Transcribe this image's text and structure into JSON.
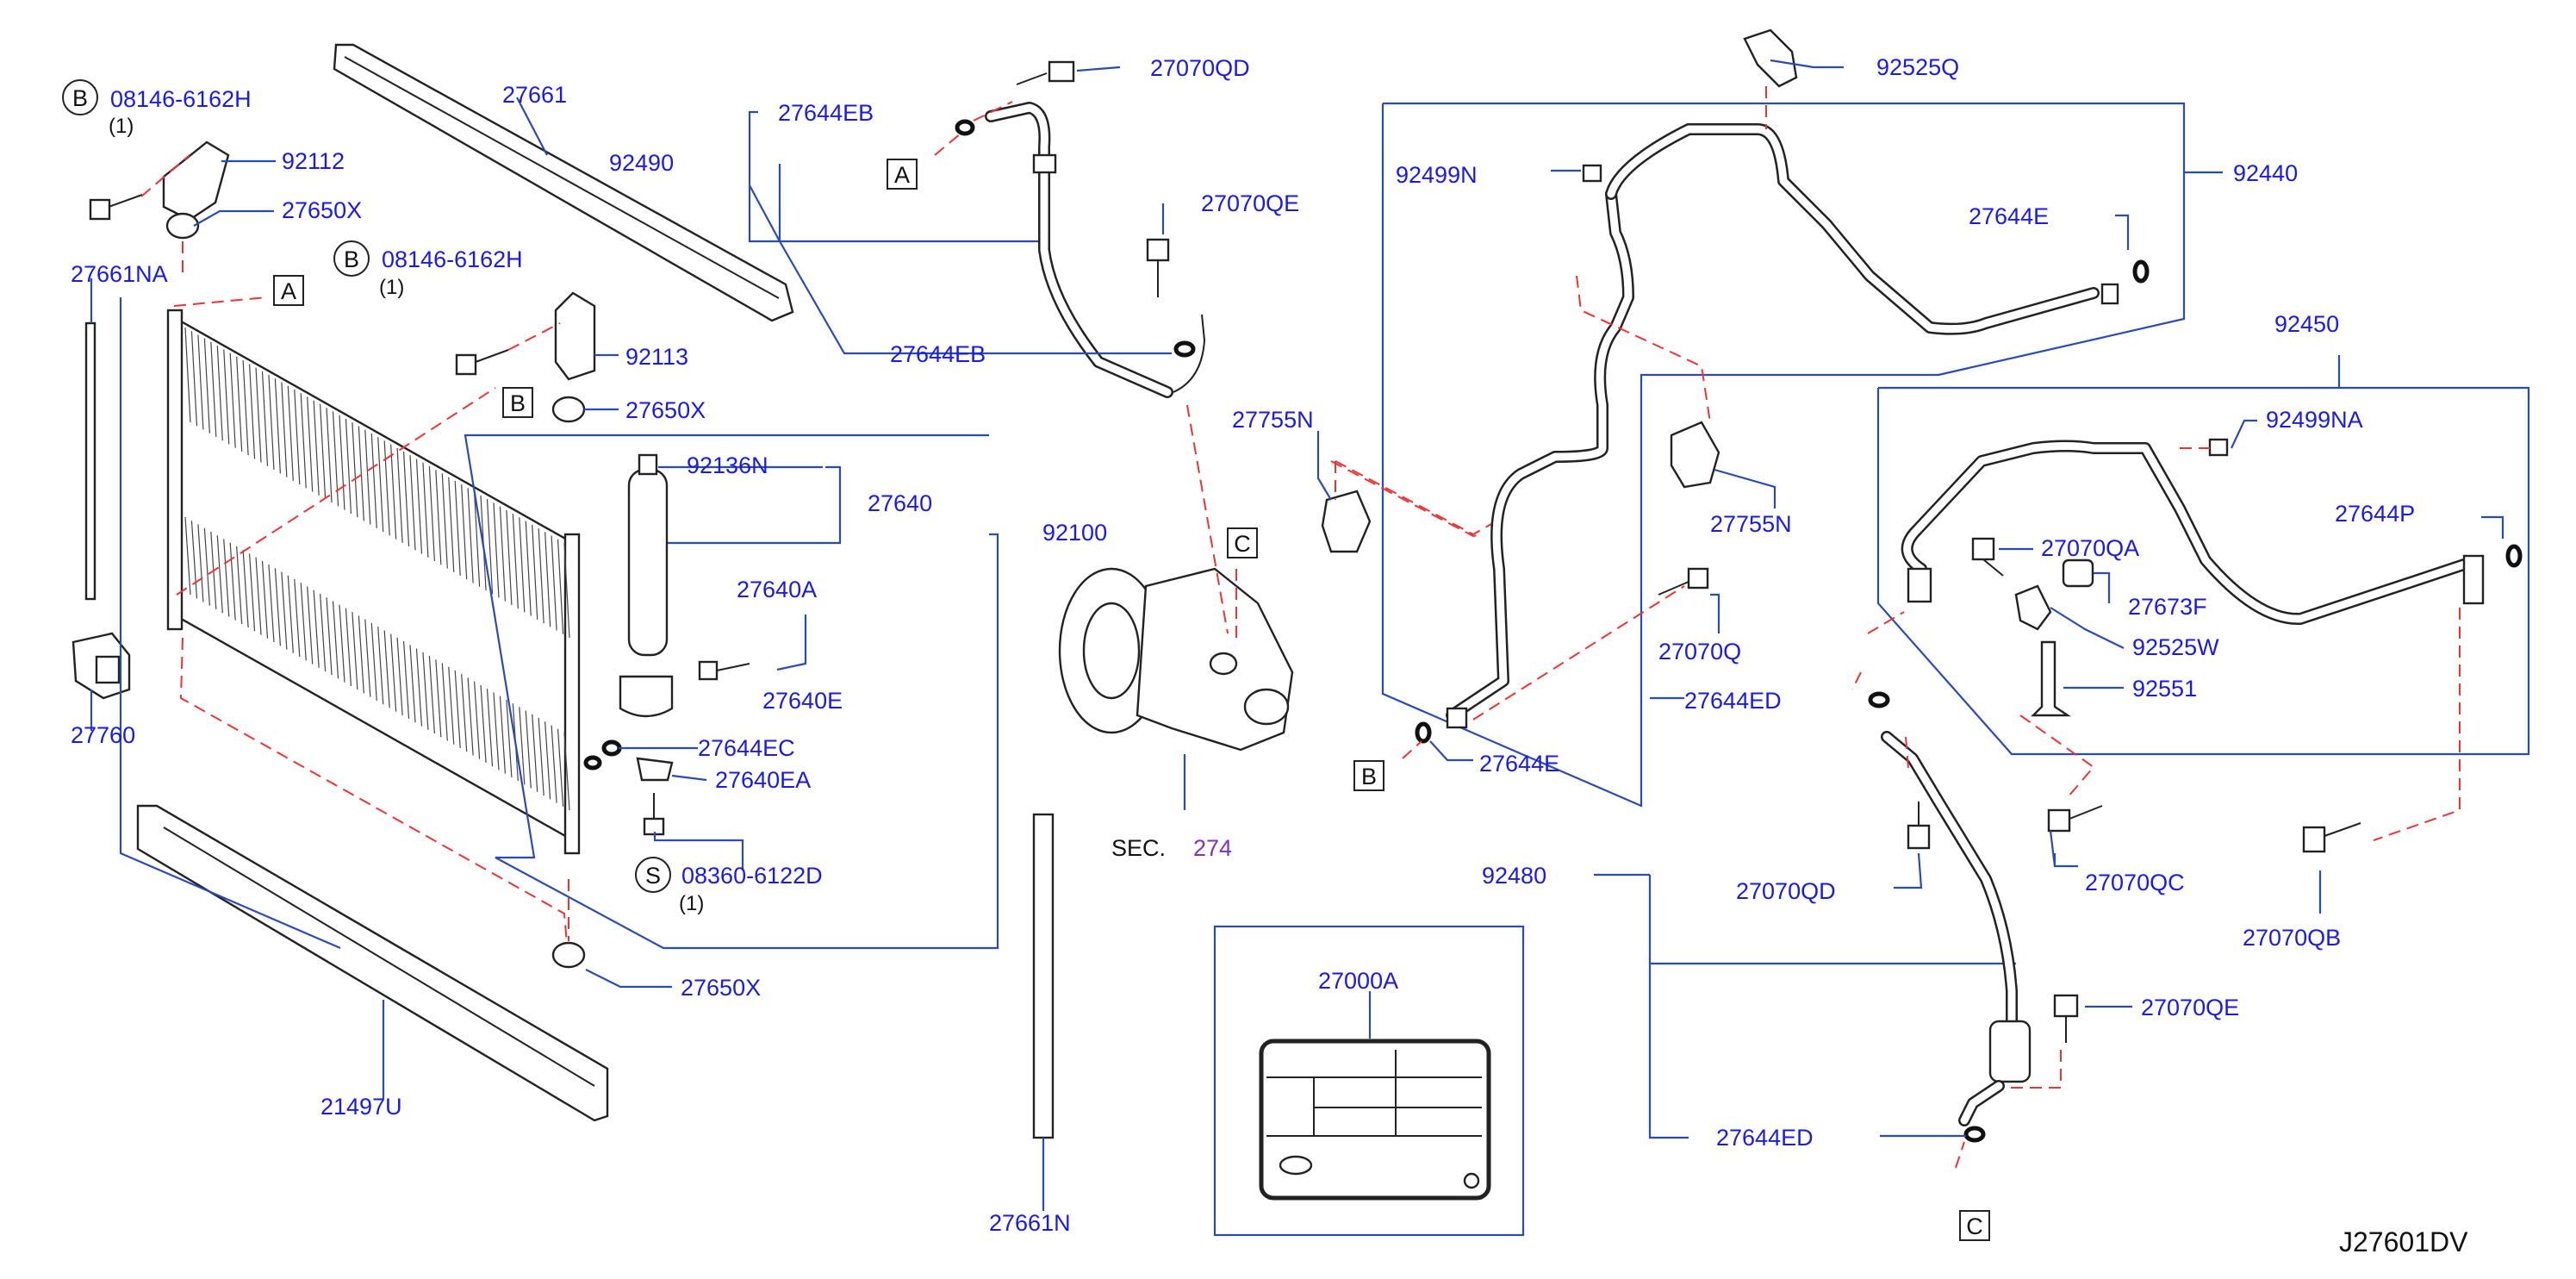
{
  "diagram": {
    "code": "J27601DV",
    "labels": {
      "l_08146_6162h_a": "08146-6162H",
      "l_qty_a": "(1)",
      "l_92112": "92112",
      "l_27650x_a": "27650X",
      "l_27661na": "27661NA",
      "l_27661": "27661",
      "l_92490": "92490",
      "l_08146_6162h_b": "08146-6162H",
      "l_qty_b": "(1)",
      "l_92113": "92113",
      "l_27650x_b": "27650X",
      "l_92136n": "92136N",
      "l_27640": "27640",
      "l_92100": "92100",
      "l_27640a": "27640A",
      "l_27640e": "27640E",
      "l_27644ec": "27644EC",
      "l_27640ea": "27640EA",
      "l_08360_6122d": "08360-6122D",
      "l_qty_s": "(1)",
      "l_27650x_c": "27650X",
      "l_27760": "27760",
      "l_21497u": "21497U",
      "l_27644eb_a": "27644EB",
      "l_27070qd_a": "27070QD",
      "l_27070qe_a": "27070QE",
      "l_27644eb_b": "27644EB",
      "l_27755n_a": "27755N",
      "l_sec": "SEC.",
      "l_274": "274",
      "l_27661n": "27661N",
      "l_27000a": "27000A",
      "l_92525q": "92525Q",
      "l_92499n": "92499N",
      "l_92440": "92440",
      "l_27644e_a": "27644E",
      "l_27755n_b": "27755N",
      "l_27070q": "27070Q",
      "l_27644e_b": "27644E",
      "l_92450": "92450",
      "l_92499na": "92499NA",
      "l_27070qa": "27070QA",
      "l_27644p": "27644P",
      "l_27673f": "27673F",
      "l_92525w": "92525W",
      "l_92551": "92551",
      "l_27644ed_a": "27644ED",
      "l_92480": "92480",
      "l_27070qd_b": "27070QD",
      "l_27070qc": "27070QC",
      "l_27070qb": "27070QB",
      "l_27070qe_b": "27070QE",
      "l_27644ed_b": "27644ED"
    },
    "markers": {
      "b1": "B",
      "b2": "B",
      "s": "S",
      "a1": "A",
      "a2": "A",
      "b3": "B",
      "b4": "B",
      "c1": "C",
      "c2": "C"
    }
  }
}
